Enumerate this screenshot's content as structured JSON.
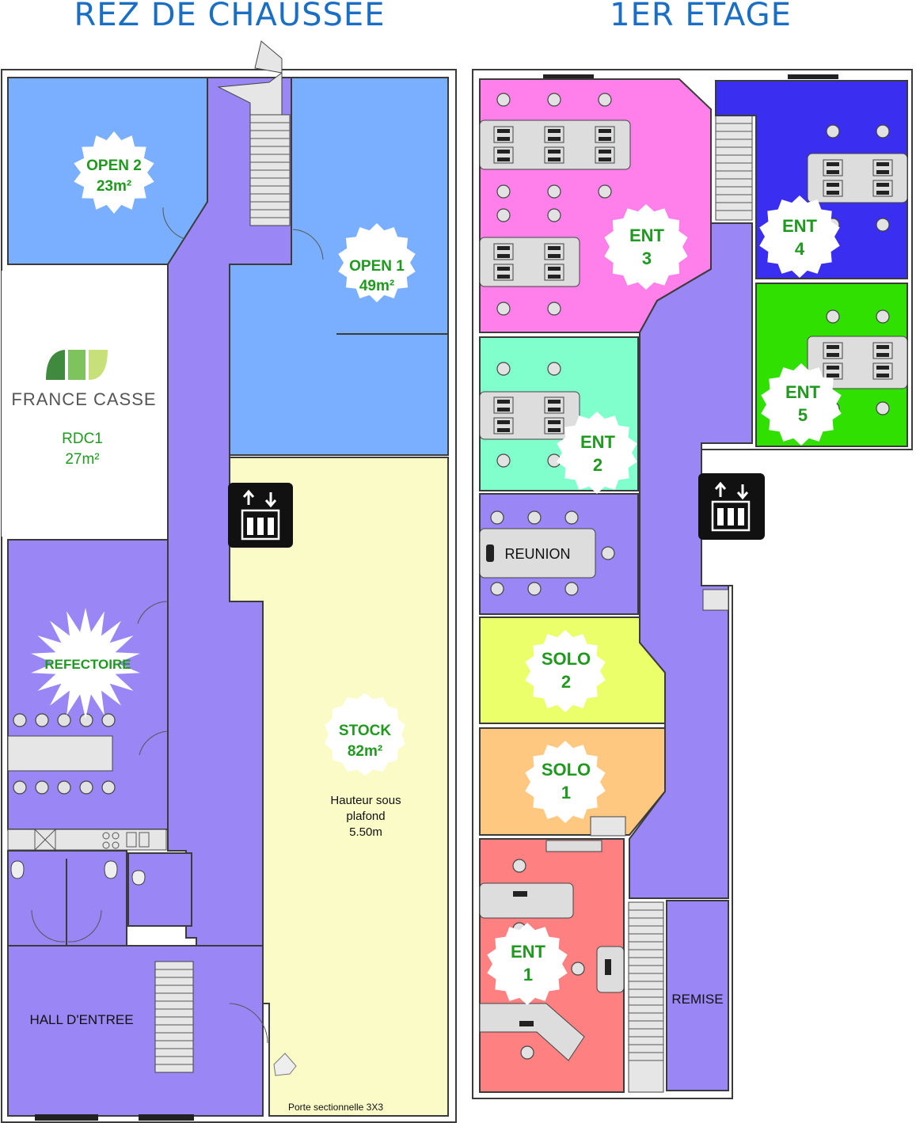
{
  "titles": {
    "ground_floor": "REZ DE CHAUSSEE",
    "first_floor": "1ER ETAGE"
  },
  "brand": {
    "name": "FRANCE CASSE"
  },
  "ground_rooms": {
    "open2": {
      "name": "OPEN 2",
      "area": "23m²"
    },
    "open1": {
      "name": "OPEN 1",
      "area": "49m²"
    },
    "rdc1": {
      "name": "RDC1",
      "area": "27m²"
    },
    "refectoire": {
      "name": "REFECTOIRE"
    },
    "stock": {
      "name": "STOCK",
      "area": "82m²"
    },
    "hall": {
      "name": "HALL D'ENTREE"
    }
  },
  "stock_note": {
    "line1": "Hauteur sous",
    "line2": "plafond",
    "line3": "5.50m"
  },
  "door_note": "Porte sectionnelle 3X3",
  "first_rooms": {
    "ent3": {
      "l1": "ENT",
      "l2": "3"
    },
    "ent4": {
      "l1": "ENT",
      "l2": "4"
    },
    "ent5": {
      "l1": "ENT",
      "l2": "5"
    },
    "ent2": {
      "l1": "ENT",
      "l2": "2"
    },
    "reunion": {
      "name": "REUNION"
    },
    "solo2": {
      "l1": "SOLO",
      "l2": "2"
    },
    "solo1": {
      "l1": "SOLO",
      "l2": "1"
    },
    "ent1": {
      "l1": "ENT",
      "l2": "1"
    },
    "remise": {
      "name": "REMISE"
    }
  },
  "colors": {
    "corridor": "#9a86f5",
    "open_blue": "#7aaeff",
    "stock_yellow": "#fbfbc8",
    "ent3_pink": "#ff80ea",
    "ent4_blue": "#3a2ff0",
    "ent5_green": "#2fe000",
    "ent2_mint": "#80ffcc",
    "solo2_lime": "#eaff6a",
    "solo1_orange": "#ffc880",
    "ent1_red": "#ff8080",
    "label_green": "#1f9a1f",
    "title_blue": "#1a6fc4"
  },
  "icons": [
    "elevator-icon",
    "elevator-icon",
    "toilet-icon",
    "stairs-icon",
    "door-icon"
  ]
}
